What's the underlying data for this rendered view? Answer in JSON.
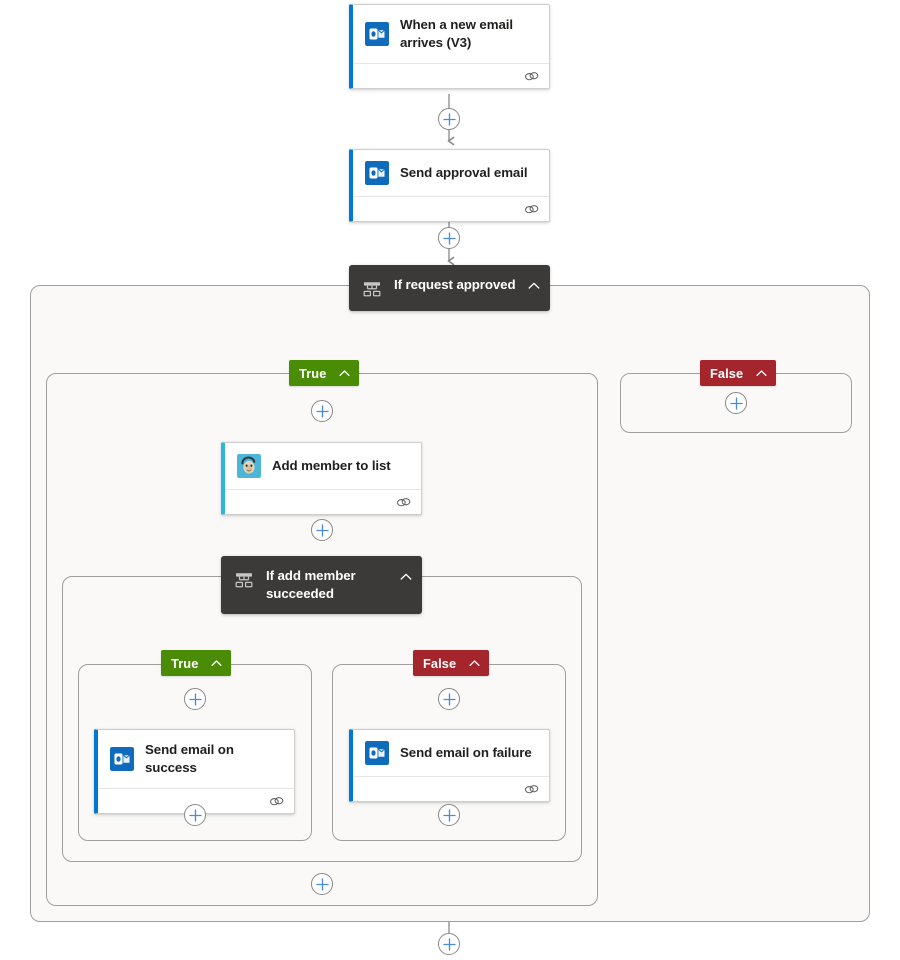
{
  "flow": {
    "title": "Power Automate flow designer canvas",
    "accent_blue": "#0078d4",
    "condition_bg": "#3b3a39",
    "true_color": "#4a8c05",
    "false_color": "#a4262c",
    "scope_bg": "#faf9f8",
    "scope_border": "#a19f9d",
    "connector_color": "#8a8886"
  },
  "nodes": {
    "trigger": {
      "label": "When a new email arrives (V3)",
      "icon": "outlook-icon",
      "footer_icon": "connection-icon"
    },
    "send_approval": {
      "label": "Send approval email",
      "icon": "outlook-icon",
      "footer_icon": "connection-icon"
    },
    "condition_outer": {
      "label": "If request approved",
      "icon": "condition-icon",
      "collapse_icon": "chevron-up-icon"
    },
    "add_member": {
      "label": "Add member to list",
      "icon": "mailchimp-icon",
      "footer_icon": "connection-icon"
    },
    "condition_inner": {
      "label": "If add member succeeded",
      "icon": "condition-icon",
      "collapse_icon": "chevron-up-icon"
    },
    "send_success": {
      "label": "Send email on success",
      "icon": "outlook-icon",
      "footer_icon": "connection-icon"
    },
    "send_failure": {
      "label": "Send email on failure",
      "icon": "outlook-icon",
      "footer_icon": "connection-icon"
    }
  },
  "branches": {
    "outer_true": {
      "label": "True",
      "collapse_icon": "chevron-up-icon"
    },
    "outer_false": {
      "label": "False",
      "collapse_icon": "chevron-up-icon"
    },
    "inner_true": {
      "label": "True",
      "collapse_icon": "chevron-up-icon"
    },
    "inner_false": {
      "label": "False",
      "collapse_icon": "chevron-up-icon"
    }
  },
  "add_buttons": {
    "after_trigger": "+",
    "after_send_approval": "+",
    "outer_true_top": "+",
    "outer_false_empty": "+",
    "after_add_member": "+",
    "inner_true_top": "+",
    "inner_false_top": "+",
    "inner_true_bottom": "+",
    "inner_false_bottom": "+",
    "outer_true_bottom": "+",
    "after_condition_outer": "+"
  }
}
